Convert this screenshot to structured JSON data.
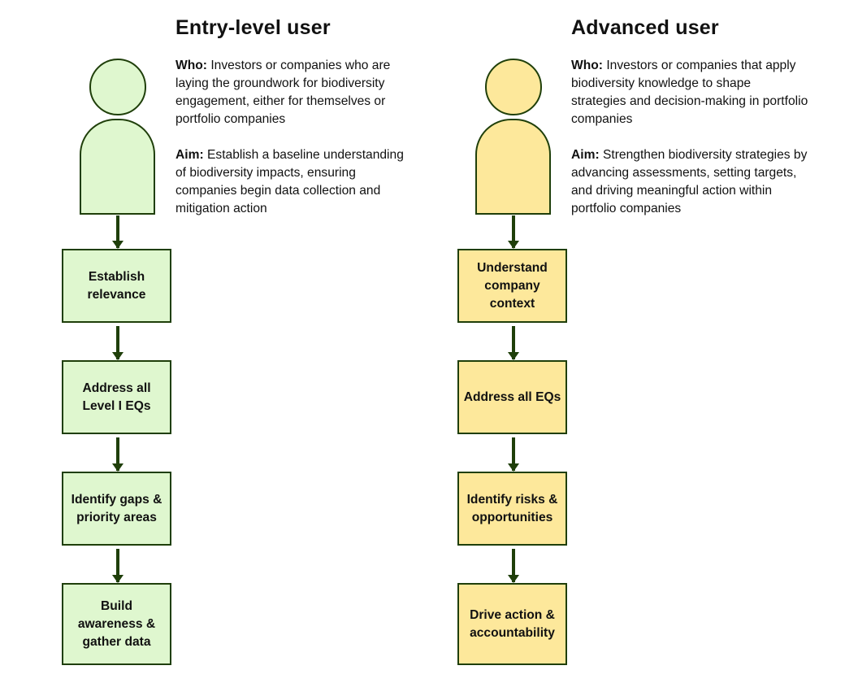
{
  "entry": {
    "title": "Entry-level user",
    "who_label": "Who:",
    "who_text": " Investors or companies who are laying the groundwork for biodiversity engagement, either for themselves or portfolio companies",
    "aim_label": "Aim:",
    "aim_text": "Establish a baseline understanding of biodiversity impacts, ensuring companies begin data collection and mitigation action",
    "steps": [
      "Establish relevance",
      "Address all Level I EQs",
      "Identify gaps & priority areas",
      "Build awareness & gather data"
    ],
    "color": "#dff7cf"
  },
  "advanced": {
    "title": "Advanced user",
    "who_label": "Who:",
    "who_text": "Investors or companies that apply biodiversity knowledge to shape strategies and decision-making in portfolio companies",
    "aim_label": "Aim:",
    "aim_text": "Strengthen biodiversity strategies by advancing assessments, setting targets, and driving meaningful action within portfolio companies",
    "steps": [
      "Understand company context",
      "Address all EQs",
      "Identify risks & opportunities",
      "Drive action & accountability"
    ],
    "color": "#fde89b"
  },
  "outline_color": "#1f3f0a"
}
